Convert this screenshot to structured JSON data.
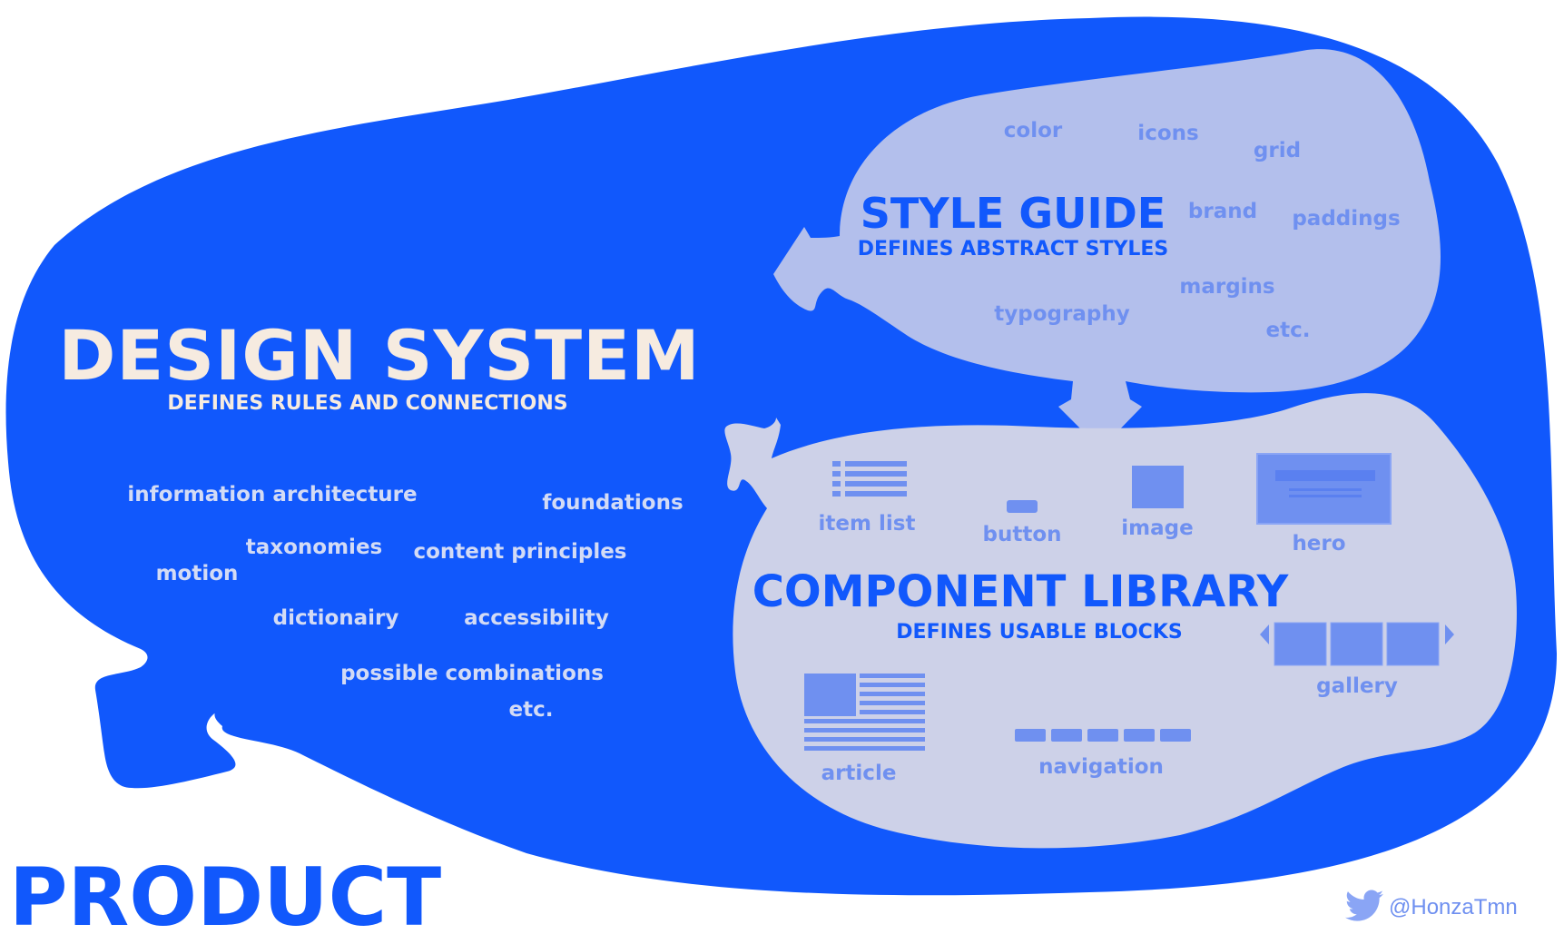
{
  "colors": {
    "design_system_blob": "#1158fc",
    "style_guide_blob": "#b3bfec",
    "component_library_blob": "#cdd1e8",
    "component_shape": "#6f90f0",
    "title_light": "#f6ebe0"
  },
  "design_system": {
    "title": "DESIGN SYSTEM",
    "subtitle": "DEFINES RULES AND CONNECTIONS",
    "items": [
      "information architecture",
      "foundations",
      "taxonomies",
      "content principles",
      "motion",
      "dictionairy",
      "accessibility",
      "possible combinations",
      "etc."
    ]
  },
  "style_guide": {
    "title": "STYLE GUIDE",
    "subtitle": "DEFINES ABSTRACT STYLES",
    "items": [
      "color",
      "icons",
      "grid",
      "brand",
      "paddings",
      "margins",
      "typography",
      "etc."
    ]
  },
  "component_library": {
    "title": "COMPONENT LIBRARY",
    "subtitle": "DEFINES USABLE BLOCKS",
    "components": [
      {
        "label": "item list",
        "icon": "item-list-icon"
      },
      {
        "label": "button",
        "icon": "button-icon"
      },
      {
        "label": "image",
        "icon": "image-icon"
      },
      {
        "label": "hero",
        "icon": "hero-icon"
      },
      {
        "label": "gallery",
        "icon": "gallery-icon"
      },
      {
        "label": "article",
        "icon": "article-icon"
      },
      {
        "label": "navigation",
        "icon": "navigation-icon"
      }
    ]
  },
  "product": {
    "label": "PRODUCT"
  },
  "credit": {
    "handle": "@HonzaTmn",
    "icon": "twitter-bird-icon"
  }
}
